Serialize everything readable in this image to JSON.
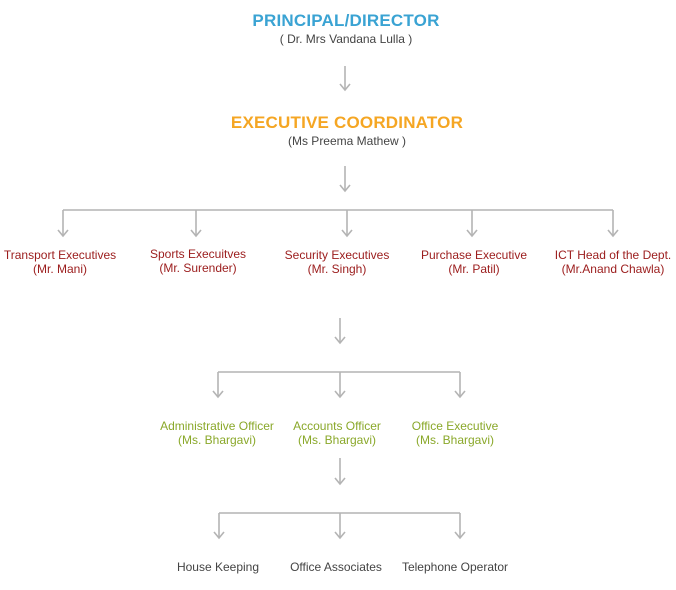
{
  "colors": {
    "principal": "#3aa3d3",
    "executive": "#f5a623",
    "red": "#9b1c1c",
    "green": "#8aa82a",
    "gray": "#444444",
    "connector": "#b4b4b4"
  },
  "principal": {
    "title": "PRINCIPAL/DIRECTOR",
    "name": "( Dr. Mrs Vandana Lulla )"
  },
  "executive": {
    "title": "EXECUTIVE COORDINATOR",
    "name": "(Ms Preema Mathew )"
  },
  "departments": [
    {
      "role": "Transport Executives",
      "name": "(Mr. Mani)"
    },
    {
      "role": "Sports Execuitves",
      "name": "(Mr. Surender)"
    },
    {
      "role": "Security Executives",
      "name": "(Mr. Singh)"
    },
    {
      "role": "Purchase Executive",
      "name": "(Mr. Patil)"
    },
    {
      "role": "ICT Head of the Dept.",
      "name": "(Mr.Anand Chawla)"
    }
  ],
  "officers": [
    {
      "role": "Administrative Officer",
      "name": "(Ms. Bhargavi)"
    },
    {
      "role": "Accounts Officer",
      "name": "(Ms. Bhargavi)"
    },
    {
      "role": "Office Executive",
      "name": "(Ms. Bhargavi)"
    }
  ],
  "staff": [
    {
      "role": "House Keeping"
    },
    {
      "role": "Office Associates"
    },
    {
      "role": "Telephone Operator"
    }
  ]
}
